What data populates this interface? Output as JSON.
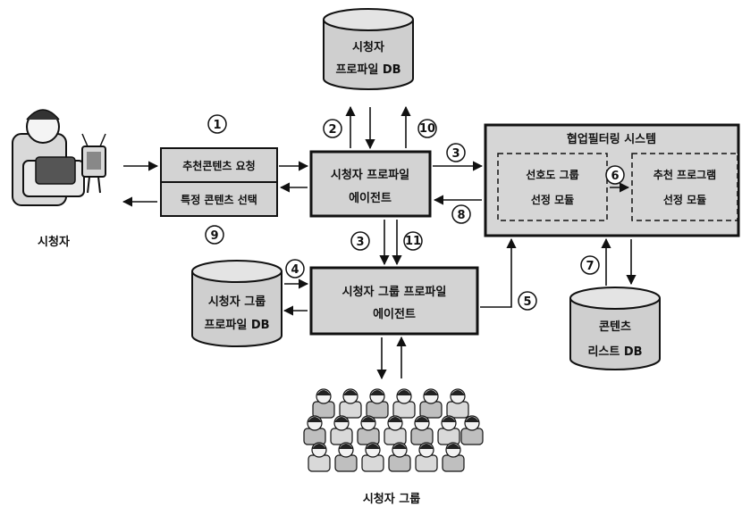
{
  "nodes": {
    "viewer_profile_db": {
      "line1": "시청자",
      "line2": "프로파일 DB"
    },
    "request_box": {
      "top": "추천콘텐츠 요청",
      "bottom": "특정 콘텐츠 선택"
    },
    "viewer_agent": {
      "line1": "시청자 프로파일",
      "line2": "에이전트"
    },
    "cf_system": {
      "title": "협업필터링 시스템",
      "pref_module": {
        "line1": "선호도 그룹",
        "line2": "선정 모듈"
      },
      "rec_module": {
        "line1": "추천 프로그램",
        "line2": "선정 모듈"
      }
    },
    "group_db": {
      "line1": "시청자 그룹",
      "line2": "프로파일 DB"
    },
    "group_agent": {
      "line1": "시청자 그룹 프로파일",
      "line2": "에이전트"
    },
    "content_db": {
      "line1": "콘텐츠",
      "line2": "리스트 DB"
    }
  },
  "captions": {
    "viewer": "시청자",
    "group": "시청자 그룹"
  },
  "steps": [
    "1",
    "2",
    "3",
    "4",
    "5",
    "6",
    "7",
    "8",
    "9",
    "10",
    "11"
  ],
  "colors": {
    "box_fill": "#d3d3d3",
    "db_fill": "#cfcfcf",
    "system_fill": "#d6d6d6",
    "stroke": "#111111"
  }
}
